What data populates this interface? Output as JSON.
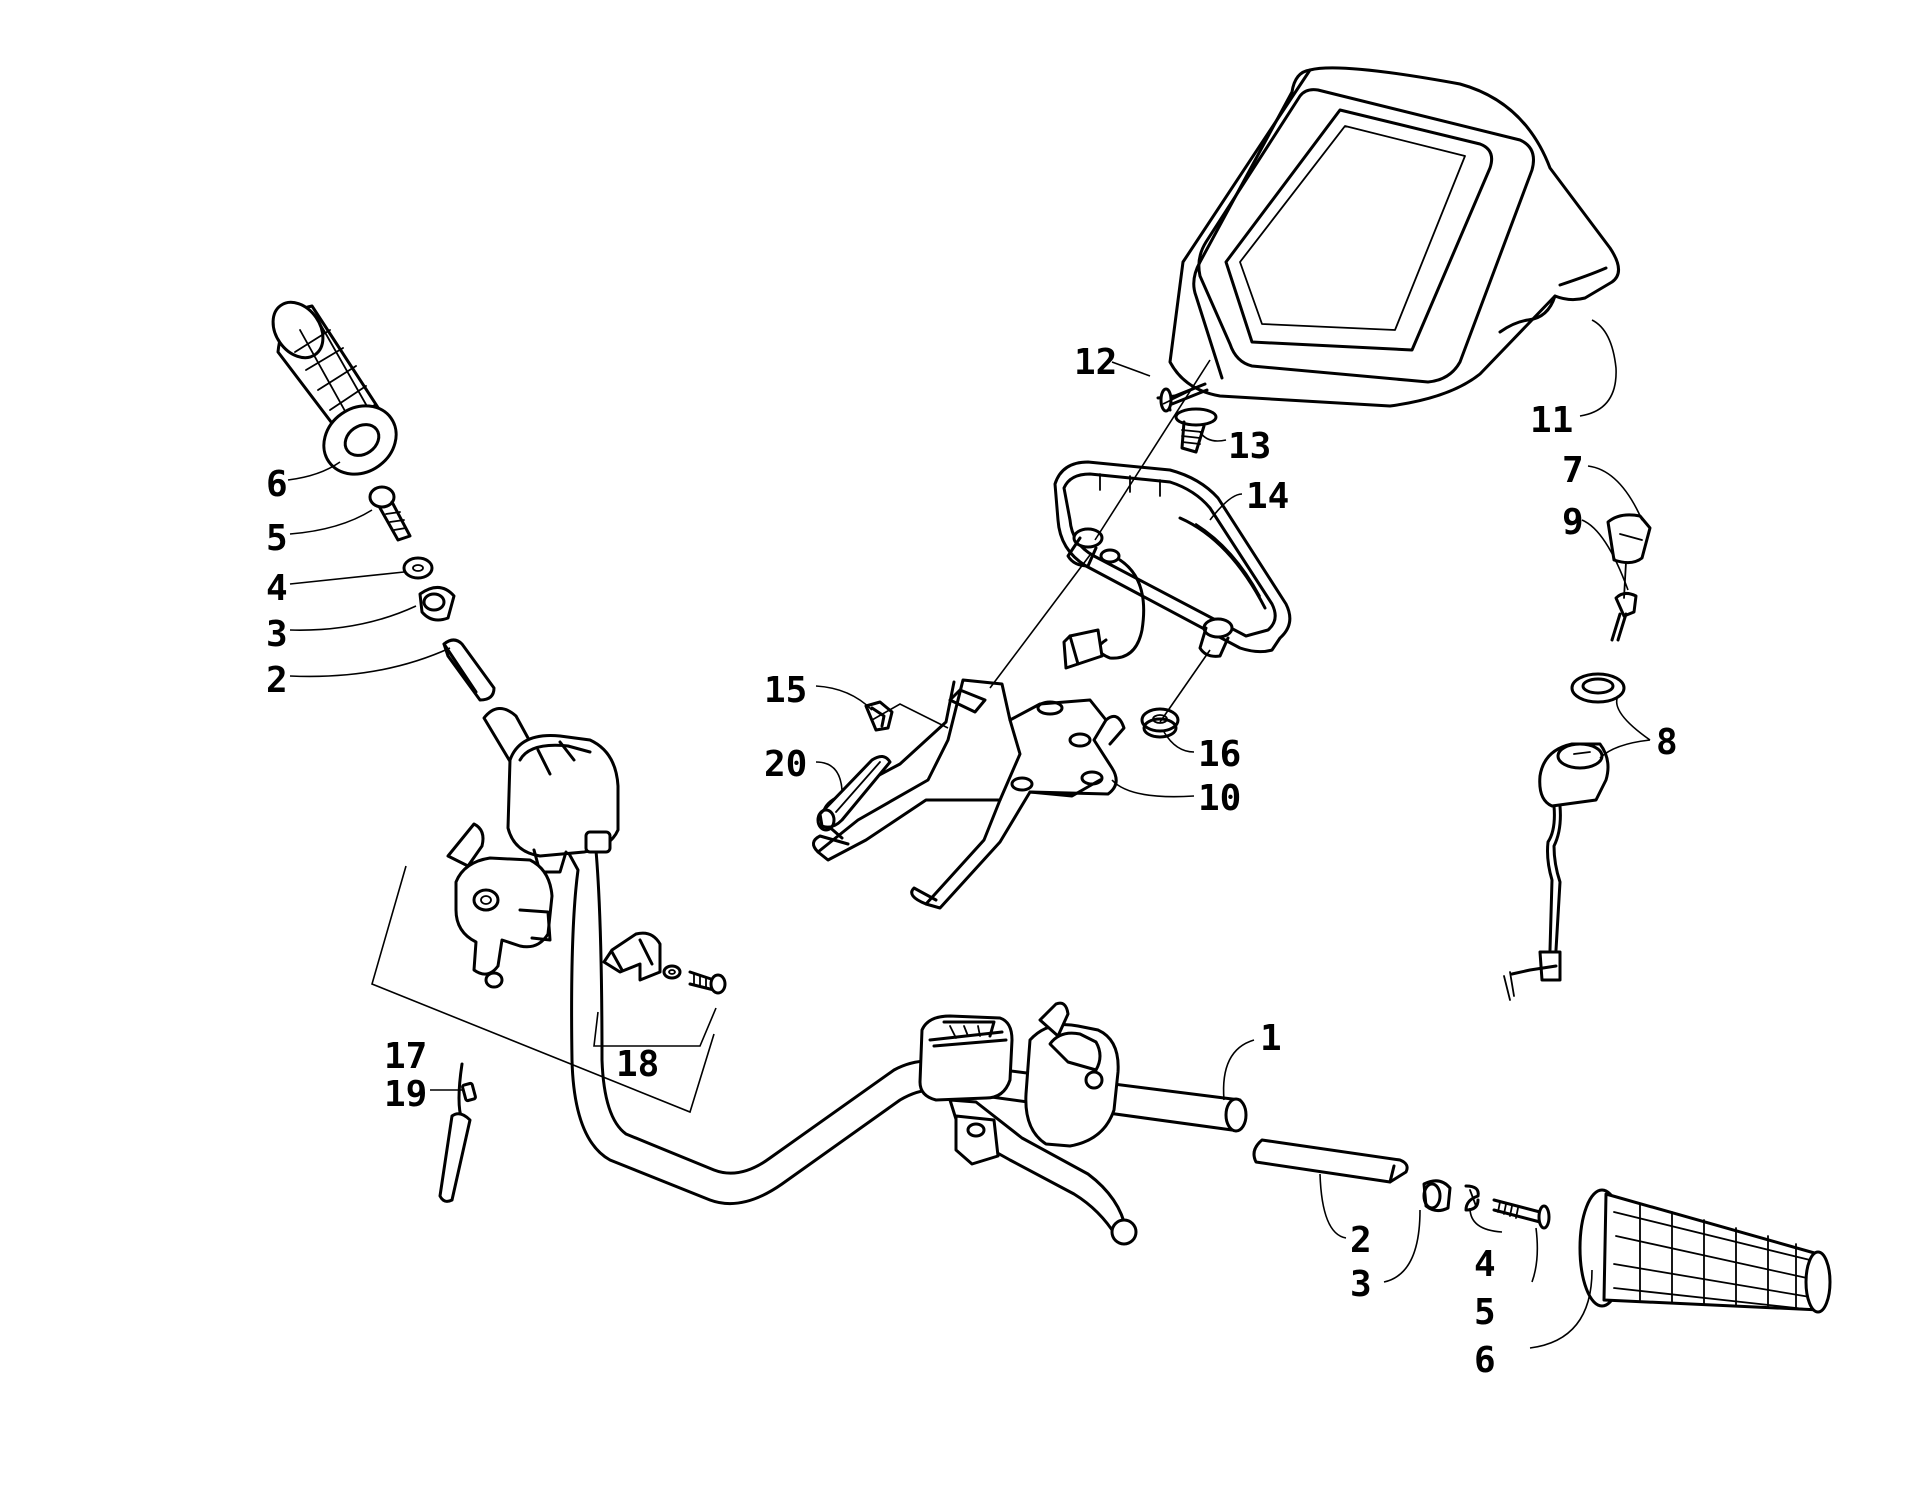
{
  "diagram": {
    "labels": [
      {
        "id": "lbl-6-top",
        "text": "6"
      },
      {
        "id": "lbl-5-top",
        "text": "5"
      },
      {
        "id": "lbl-4-top",
        "text": "4"
      },
      {
        "id": "lbl-3-top",
        "text": "3"
      },
      {
        "id": "lbl-2-top",
        "text": "2"
      },
      {
        "id": "lbl-12",
        "text": "12"
      },
      {
        "id": "lbl-13",
        "text": "13"
      },
      {
        "id": "lbl-14",
        "text": "14"
      },
      {
        "id": "lbl-11",
        "text": "11"
      },
      {
        "id": "lbl-7",
        "text": "7"
      },
      {
        "id": "lbl-9",
        "text": "9"
      },
      {
        "id": "lbl-8",
        "text": "8"
      },
      {
        "id": "lbl-15",
        "text": "15"
      },
      {
        "id": "lbl-20",
        "text": "20"
      },
      {
        "id": "lbl-16",
        "text": "16"
      },
      {
        "id": "lbl-10",
        "text": "10"
      },
      {
        "id": "lbl-17",
        "text": "17"
      },
      {
        "id": "lbl-18",
        "text": "18"
      },
      {
        "id": "lbl-19",
        "text": "19"
      },
      {
        "id": "lbl-1",
        "text": "1"
      },
      {
        "id": "lbl-2-bot",
        "text": "2"
      },
      {
        "id": "lbl-3-bot",
        "text": "3"
      },
      {
        "id": "lbl-4-bot",
        "text": "4"
      },
      {
        "id": "lbl-5-bot",
        "text": "5"
      },
      {
        "id": "lbl-6-bot",
        "text": "6"
      }
    ]
  }
}
